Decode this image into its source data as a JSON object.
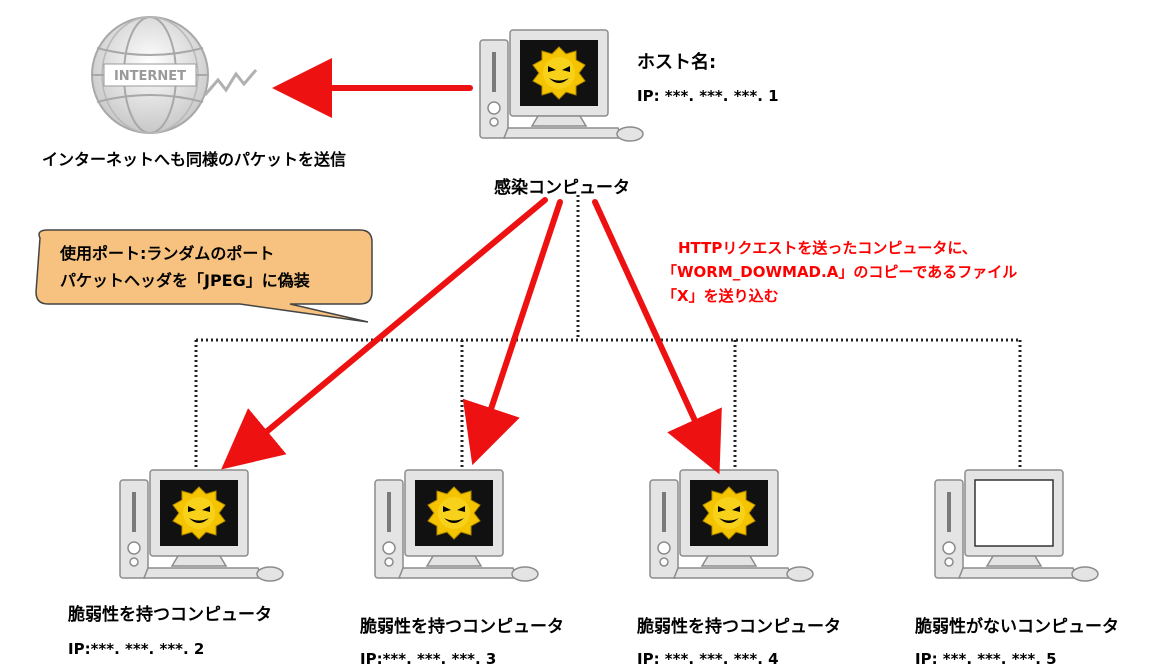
{
  "internet": {
    "globe_text": "INTERNET",
    "caption": "インターネットへも同様のパケットを送信"
  },
  "infected": {
    "label": "感染コンピュータ",
    "host_label": "ホスト名:",
    "ip": "IP: ***. ***. ***. 1"
  },
  "callout": {
    "line1": "使用ポート:ランダムのポート",
    "line2": "パケットヘッダを「JPEG」に偽装",
    "fill_color": "#f7c27f"
  },
  "http_note": {
    "line1": "HTTPリクエストを送ったコンピュータに、",
    "line2": "「WORM_DOWMAD.A」のコピーであるファイル",
    "line3": "「X」を送り込む",
    "color": "#ff0000"
  },
  "computers": [
    {
      "label": "脆弱性を持つコンピュータ",
      "ip": "IP:***. ***. ***. 2",
      "infected": true
    },
    {
      "label": "脆弱性を持つコンピュータ",
      "ip": "IP:***. ***. ***. 3",
      "infected": true
    },
    {
      "label": "脆弱性を持つコンピュータ",
      "ip": "IP: ***. ***. ***. 4",
      "infected": true
    },
    {
      "label": "脆弱性がないコンピュータ",
      "ip": "IP: ***. ***. ***. 5",
      "infected": false
    }
  ],
  "colors": {
    "arrow": "#ee1111",
    "virus": "#f5c400",
    "screen": "#111111",
    "pc_body": "#e4e4e4"
  }
}
